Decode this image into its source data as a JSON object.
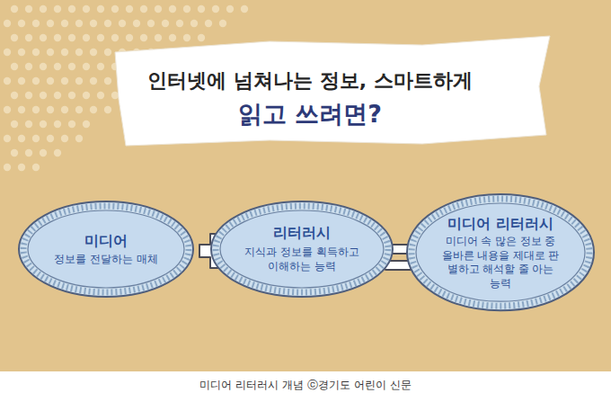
{
  "diagram": {
    "title": "인터넷에 넘쳐나는 정보, 스마트하게 읽고 쓰려면?",
    "caption": "미디어 리터러시 개념 ⓒ경기도 어린이 신문",
    "nodes": [
      {
        "text": [
          "미디어",
          "정보를 전달하는 매체"
        ]
      },
      {
        "text": [
          "리터러시",
          "지식과 정보를 획득하고 이해하는 능력"
        ]
      },
      {
        "text": [
          "미디어 리터러시",
          "미디어 속 많은 정보 중 올바른 내용을 제대로 판별하고 해석할 줄 아는 능력"
        ]
      }
    ]
  }
}
